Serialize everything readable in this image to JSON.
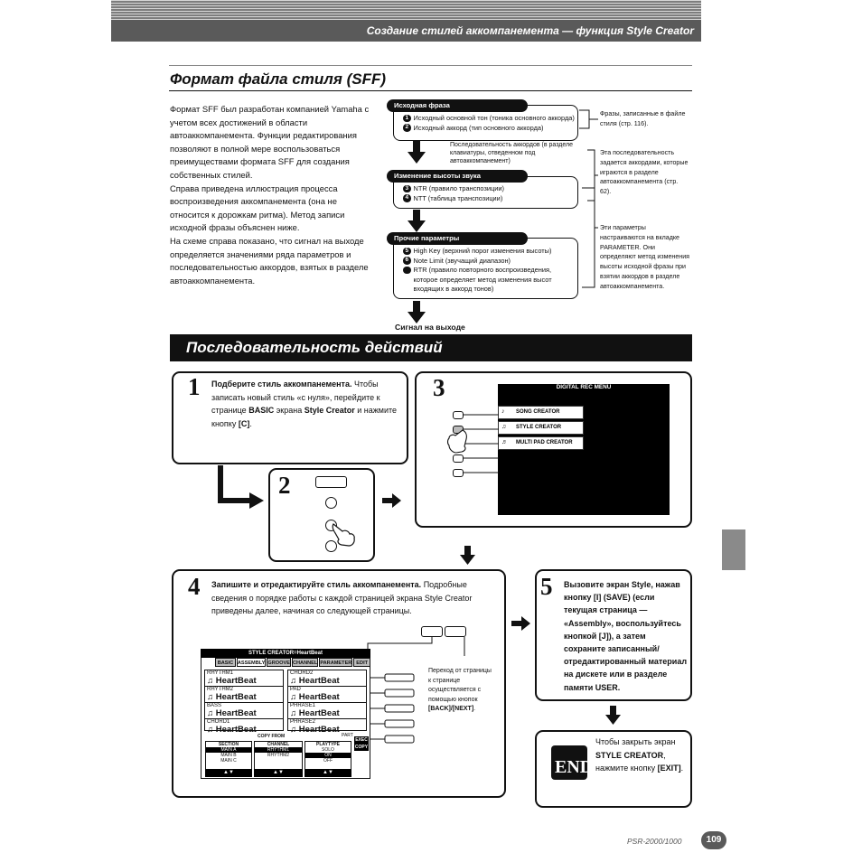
{
  "header": {
    "title": "Создание стилей аккомпанемента — функция Style Creator"
  },
  "section1": {
    "title": "Формат файла стиля (SFF)",
    "para1": "Формат SFF был разработан компанией Yamaha с учетом всех достижений в области автоаккомпанемента. Функции редактирования позволяют в полной мере воспользоваться преимуществами формата SFF для создания собственных стилей.",
    "para2": "Справа приведена иллюстрация процесса воспроизведения аккомпанемента (она не относится к дорожкам ритма). Метод записи исходной фразы объяснен ниже.",
    "para3": "На схеме справа показано, что сигнал на выходе определяется значениями ряда параметров и последовательностью аккордов, взятых в разделе автоаккомпанемента."
  },
  "diagram": {
    "box1": {
      "label": "Исходная фраза",
      "items": [
        "Исходный основной тон (тоника основного аккорда)",
        "Исходный аккорд (тип основного аккорда)"
      ]
    },
    "seq_note": "Последовательность аккордов (в разделе клавиатуры, отведенном под автоаккомпанемент)",
    "box2": {
      "label": "Изменение высоты звука",
      "items": [
        "NTR (правило транспозиции)",
        "NTT (таблица транспозиции)"
      ]
    },
    "box3": {
      "label": "Прочие параметры",
      "items": [
        "High Key (верхний порог изменения высоты)",
        "Note Limit (звучащий диапазон)",
        "RTR (правило повторного воспроизведения, которое определяет метод изменения высот входящих в аккорд тонов)"
      ]
    },
    "nums": [
      "1",
      "2",
      "3",
      "4",
      "5",
      "6",
      "7"
    ],
    "output": "Сигнал на выходе",
    "note1": "Фразы, записанные в файле стиля (стр. 116).",
    "note2": "Эта последовательность задается аккордами, которые играются в разделе автоаккомпанемента (стр. 62).",
    "note3": "Эти параметры настраиваются на вкладке PARAMETER. Они определяют метод изменения высоты исходной фразы при взятии аккордов в разделе автоаккомпанемента."
  },
  "section2": {
    "title": "Последовательность действий"
  },
  "steps": {
    "s1": {
      "num": "1",
      "bold": "Подберите стиль аккомпанемента.",
      "t1": " Чтобы записать новый стиль «с нуля», перейдите к странице ",
      "b1": "BASIC",
      "t2": " экрана ",
      "b2": "Style Creator",
      "t3": " и нажмите кнопку ",
      "b3": "[C]",
      "t4": "."
    },
    "s2": {
      "num": "2"
    },
    "s3": {
      "num": "3",
      "screen_title": "DIGITAL REC MENU",
      "menu": [
        "SONG CREATOR",
        "STYLE CREATOR",
        "MULTI PAD CREATOR"
      ]
    },
    "s4": {
      "num": "4",
      "bold": "Запишите и отредактируйте стиль аккомпанемента.",
      "text": " Подробные сведения о порядке работы с каждой страницей экрана Style Creator приведены далее, начиная со следующей страницы.",
      "screen_title": "STYLE CREATOR=HeartBeat",
      "tabs": [
        "BASIC",
        "ASSEMBLY",
        "GROOVE",
        "CHANNEL",
        "PARAMETER",
        "EDIT"
      ],
      "left": [
        {
          "part": "RHYTHM1",
          "name": "HeartBeat"
        },
        {
          "part": "RHYTHM2",
          "name": "HeartBeat"
        },
        {
          "part": "BASS",
          "name": "HeartBeat"
        },
        {
          "part": "CHORD1",
          "name": "HeartBeat"
        }
      ],
      "right": [
        {
          "part": "CHORD2",
          "name": "HeartBeat"
        },
        {
          "part": "PAD",
          "name": "HeartBeat"
        },
        {
          "part": "PHRASE1",
          "name": "HeartBeat"
        },
        {
          "part": "PHRASE2",
          "name": "HeartBeat"
        }
      ],
      "part_label": "PART",
      "copy_from": "COPY FROM",
      "col_labels": [
        "SECTION",
        "CHANNEL",
        "PLAYTYPE"
      ],
      "col_values": [
        [
          "MAIN A",
          "MAIN B",
          "MAIN C"
        ],
        [
          "RHYTHM1",
          "RHYTHM2"
        ],
        [
          "SOLO",
          "ON",
          "OFF"
        ]
      ],
      "exec": "EXEC",
      "copy": "COPY",
      "annot": "Переход от страницы к странице осуществляется с помощью кнопок ",
      "annot_bold": "[BACK]/[NEXT]",
      "annot_end": "."
    },
    "s5": {
      "num": "5",
      "text": "Вызовите экран Style, нажав кнопку [I] (SAVE) (если текущая страница — «Assembly», воспользуйтесь кнопкой [J]), а затем сохраните записанный/ отредактированный материал на дискете или в разделе памяти USER."
    },
    "end": {
      "icon_text": "END",
      "t1": "Чтобы закрыть экран ",
      "b1": "STYLE CREATOR",
      "t2": ", нажмите кнопку ",
      "b2": "[EXIT]",
      "t3": "."
    }
  },
  "footer": {
    "model": "PSR-2000/1000",
    "page": "109"
  }
}
